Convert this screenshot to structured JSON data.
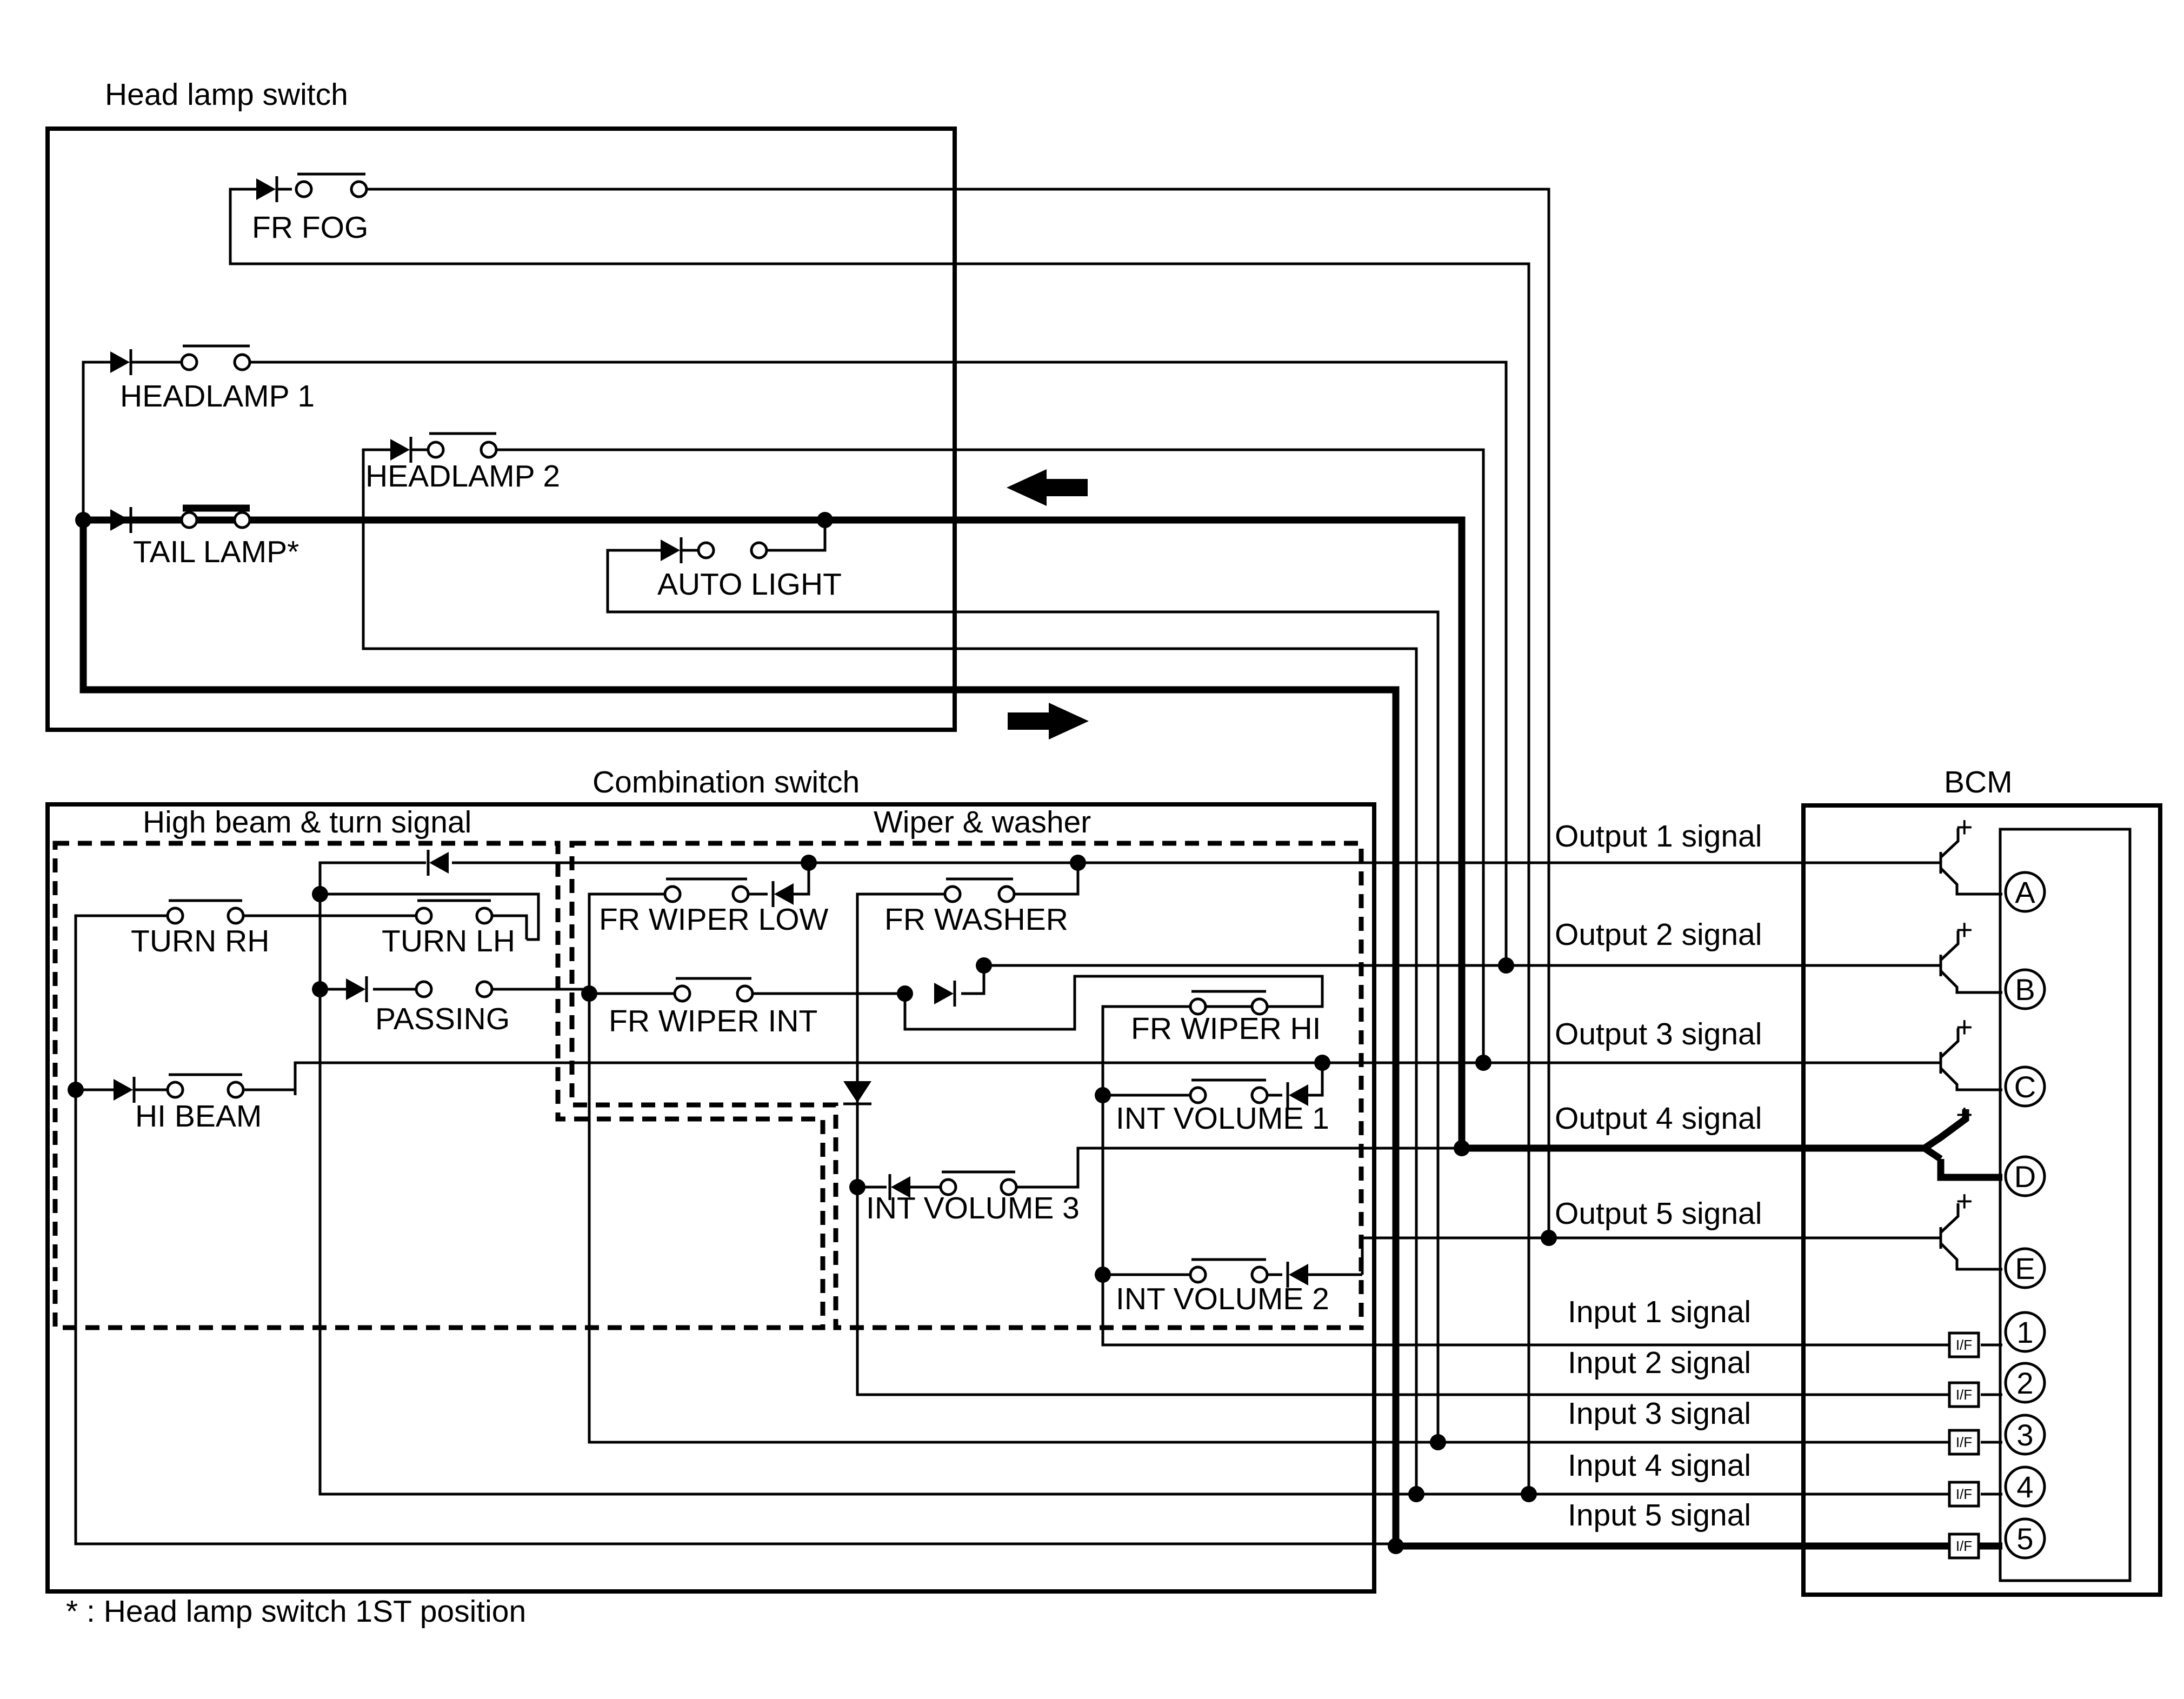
{
  "blocks": {
    "headlamp_switch": "Head lamp switch",
    "combination_switch": "Combination switch",
    "high_beam_turn": "High beam & turn signal",
    "wiper_washer": "Wiper & washer",
    "bcm": "BCM"
  },
  "switches": {
    "fr_fog": "FR FOG",
    "headlamp1": "HEADLAMP 1",
    "headlamp2": "HEADLAMP 2",
    "tail_lamp": "TAIL LAMP*",
    "auto_light": "AUTO LIGHT",
    "turn_rh": "TURN RH",
    "turn_lh": "TURN LH",
    "passing": "PASSING",
    "hi_beam": "HI BEAM",
    "fr_wiper_low": "FR WIPER LOW",
    "fr_washer": "FR WASHER",
    "fr_wiper_int": "FR WIPER INT",
    "fr_wiper_hi": "FR WIPER HI",
    "int_volume1": "INT VOLUME 1",
    "int_volume3": "INT VOLUME 3",
    "int_volume2": "INT VOLUME 2"
  },
  "signals": {
    "output1": "Output 1 signal",
    "output2": "Output 2 signal",
    "output3": "Output 3 signal",
    "output4": "Output 4 signal",
    "output5": "Output 5 signal",
    "input1": "Input 1 signal",
    "input2": "Input 2 signal",
    "input3": "Input 3 signal",
    "input4": "Input 4 signal",
    "input5": "Input 5 signal"
  },
  "terminals": {
    "a": "A",
    "b": "B",
    "c": "C",
    "d": "D",
    "e": "E",
    "t1": "1",
    "t2": "2",
    "t3": "3",
    "t4": "4",
    "t5": "5"
  },
  "interface_label": "I/F",
  "transistor_plus": "+",
  "footnote": "* : Head lamp switch 1ST position"
}
